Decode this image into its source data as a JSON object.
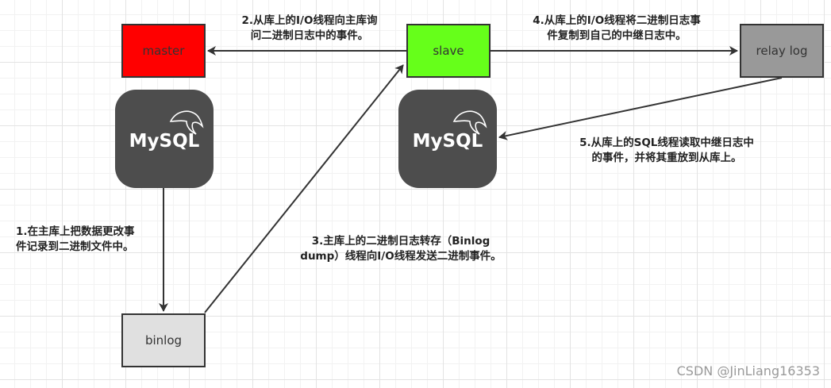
{
  "nodes": {
    "master": {
      "label": "master",
      "fill": "#ff0000"
    },
    "slave": {
      "label": "slave",
      "fill": "#66ff1a"
    },
    "relay_log": {
      "label": "relay log",
      "fill": "#999999"
    },
    "binlog": {
      "label": "binlog",
      "fill": "#e0e0e0"
    }
  },
  "logos": {
    "master_logo": {
      "text": "MySQL"
    },
    "slave_logo": {
      "text": "MySQL"
    }
  },
  "steps": {
    "step1": {
      "line1": "1.在主库上把数据更改事",
      "line2": "件记录到二进制文件中。"
    },
    "step2": {
      "line1": "2.从库上的I/O线程向主库询",
      "line2": "问二进制日志中的事件。"
    },
    "step3": {
      "line1": "3.主库上的二进制日志转存（Binlog",
      "line2": "dump）线程向I/O线程发送二进制事件。"
    },
    "step4": {
      "line1": "4.从库上的I/O线程将二进制日志事",
      "line2": "件复制到自己的中继日志中。"
    },
    "step5": {
      "line1": "5.从库上的SQL线程读取中继日志中",
      "line2": "的事件，并将其重放到从库上。"
    }
  },
  "watermark": "CSDN @JinLiang16353",
  "colors": {
    "stroke": "#333333",
    "logo_bg": "#4d4d4d"
  }
}
